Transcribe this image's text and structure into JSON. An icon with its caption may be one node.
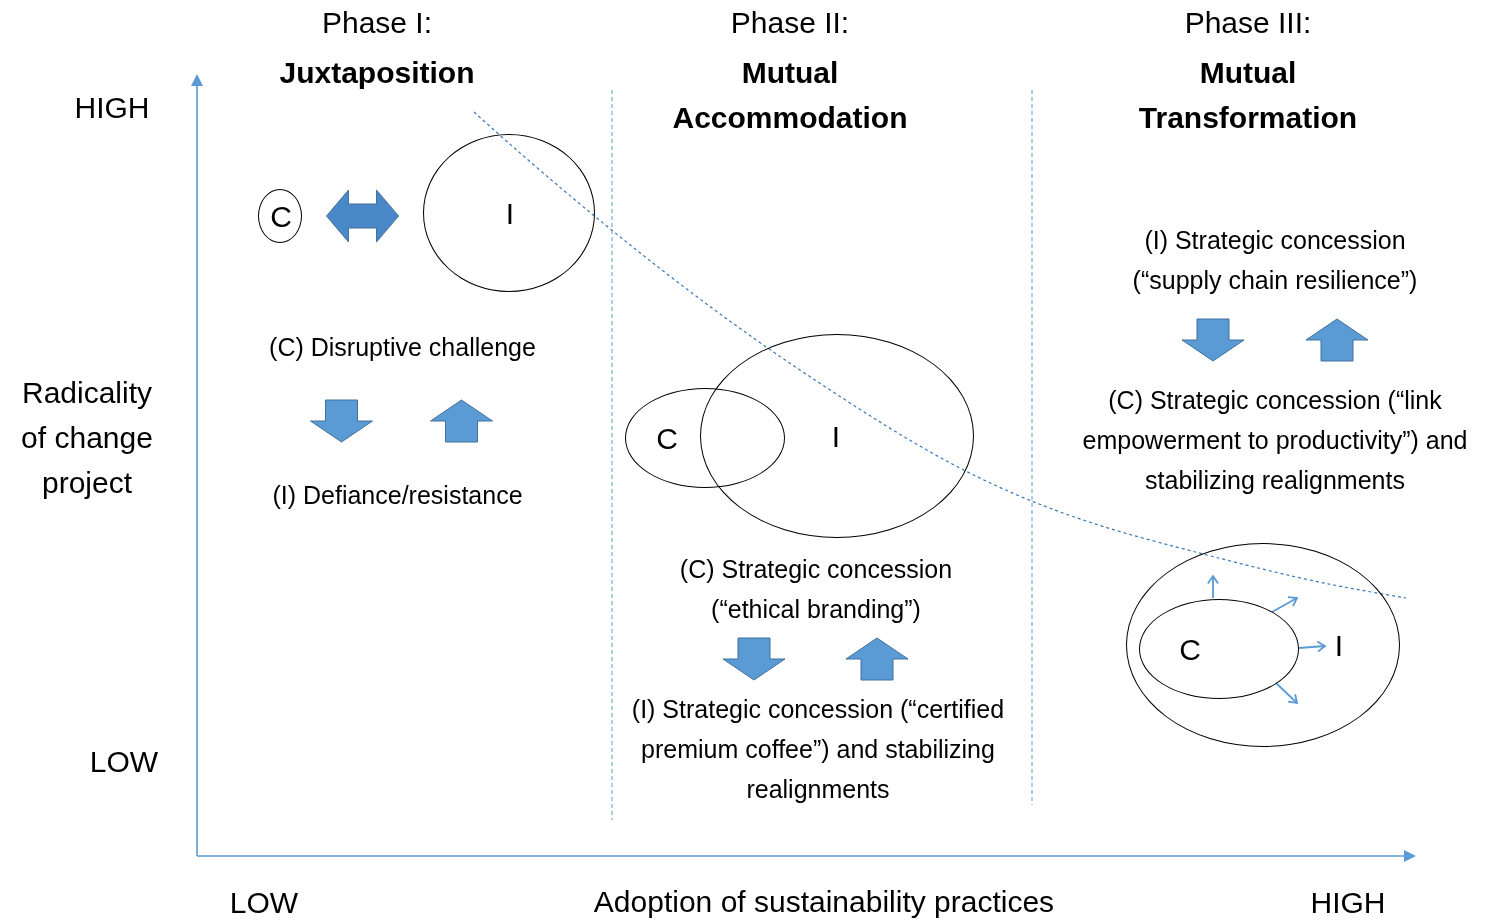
{
  "diagram": {
    "nodes": [
      {
        "text": [
          "C"
        ]
      },
      {
        "text": [
          "I"
        ]
      },
      {
        "text": [
          "(C) Disruptive challenge"
        ]
      },
      {
        "text": [
          "(I) Defiance/resistance"
        ]
      },
      {
        "text": [
          "C"
        ]
      },
      {
        "text": [
          "I"
        ]
      },
      {
        "text": [
          "(C) Strategic concession (“ethical branding”)"
        ]
      },
      {
        "text": [
          "(I) Strategic concession (“certified premium coffee”) and stabilizing realignments"
        ]
      },
      {
        "text": [
          "(I) Strategic concession (“supply chain resilience”)"
        ]
      },
      {
        "text": [
          "(C) Strategic concession (“link empowerment to productivity”) and stabilizing realignments"
        ]
      },
      {
        "text": [
          "I"
        ]
      },
      {
        "text": [
          "C"
        ],
        "in": 10
      }
    ],
    "edges": [
      {
        "from": 0,
        "to": 1,
        "arrow": "both"
      },
      {
        "from": 2,
        "to": 3,
        "arrow": "to"
      },
      {
        "from": 3,
        "to": 2,
        "arrow": "to"
      },
      {
        "from": 6,
        "to": 7,
        "arrow": "to"
      },
      {
        "from": 7,
        "to": 6,
        "arrow": "to"
      },
      {
        "from": 8,
        "to": 9,
        "arrow": "to"
      },
      {
        "from": 9,
        "to": 8,
        "arrow": "to"
      }
    ],
    "labels": [
      "Phase I:",
      "Juxtaposition",
      "Phase II:",
      "Mutual Accommodation",
      "Phase III:",
      "Mutual Transformation",
      "HIGH",
      "Radicality of change project",
      "LOW",
      "LOW",
      "Adoption of sustainability practices",
      "HIGH"
    ]
  }
}
